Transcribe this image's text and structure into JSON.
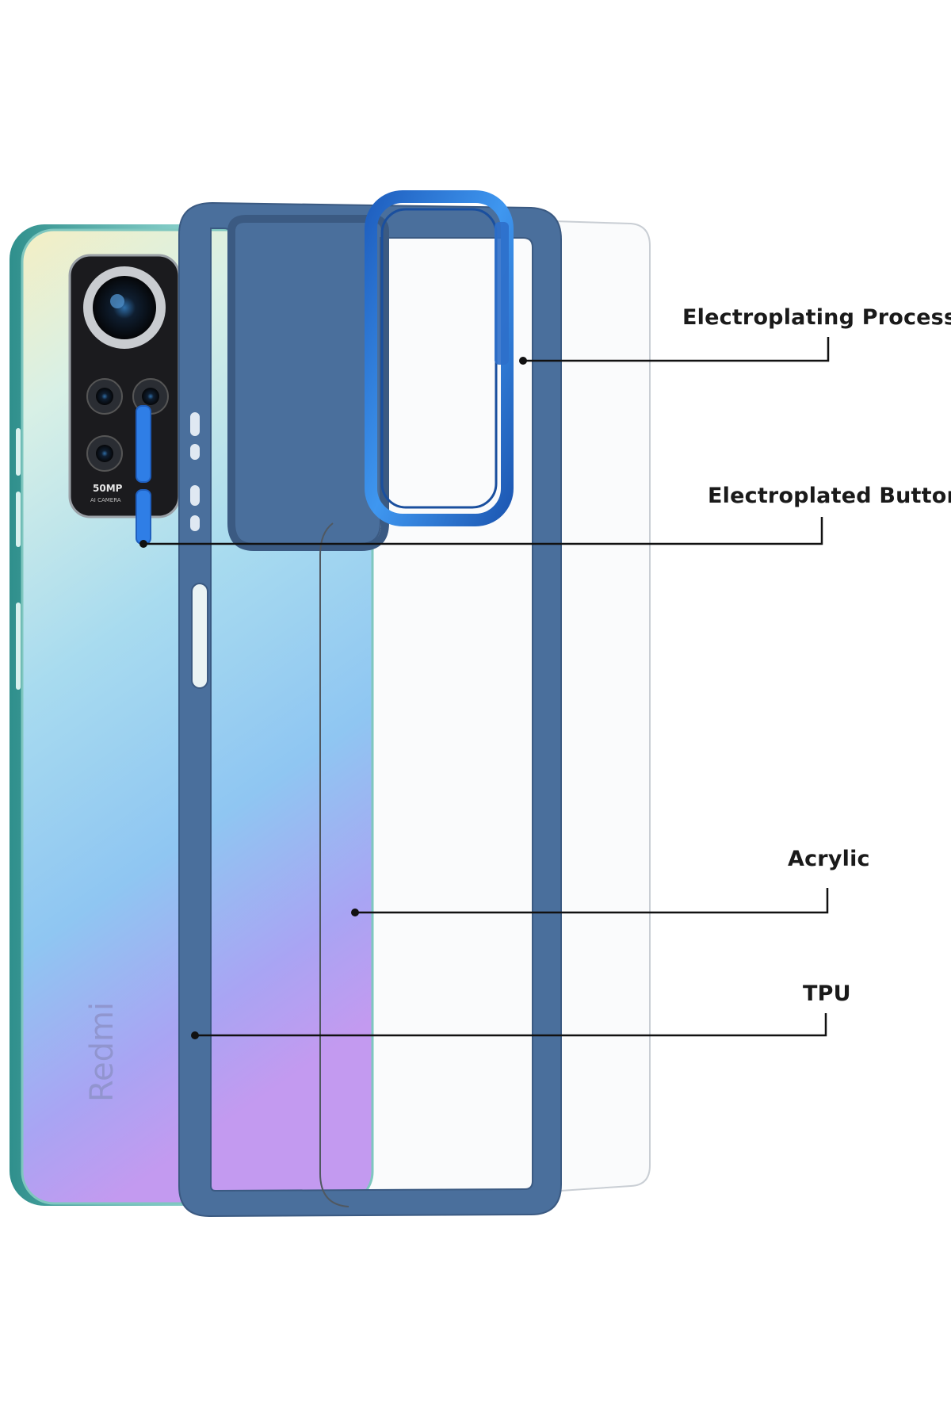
{
  "phone": {
    "brand_text": "Redmi",
    "camera_badge": "50MP",
    "camera_sub": "AI CAMERA"
  },
  "callouts": {
    "electroplating_process": "Electroplating Process",
    "electroplated_button": "Electroplated Button",
    "acrylic": "Acrylic",
    "tpu": "TPU"
  },
  "colors": {
    "tpu_frame": "#4a6f9c",
    "camera_ring": "#2a7de0",
    "leader_line": "#111111",
    "label_text": "#1a1a1a"
  }
}
